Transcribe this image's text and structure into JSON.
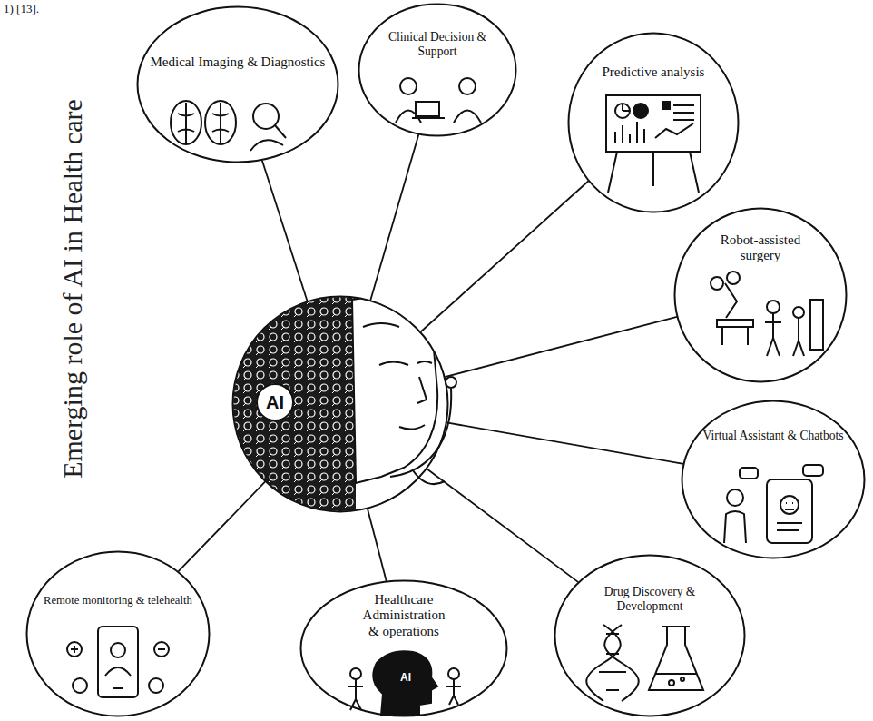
{
  "diagram": {
    "title": "Emerging role of AI in Health care",
    "nodes": [
      {
        "text": [
          "Medical Imaging & Diagnostics"
        ]
      },
      {
        "text": [
          "Clinical Decision & Support"
        ]
      },
      {
        "text": [
          "Predictive analysis"
        ]
      },
      {
        "text": [
          "Robot-assisted surgery"
        ]
      },
      {
        "text": [
          "AI"
        ]
      },
      {
        "text": [
          "Virtual Assistant & Chatbots"
        ]
      },
      {
        "text": [
          "Remote monitoring & telehealth"
        ]
      },
      {
        "text": [
          "Healthcare Administration & operations"
        ]
      },
      {
        "text": [
          "Drug Discovery & Development"
        ]
      }
    ],
    "edges": [
      {
        "from": 4,
        "to": 0,
        "arrow": "none"
      },
      {
        "from": 4,
        "to": 1,
        "arrow": "none"
      },
      {
        "from": 4,
        "to": 2,
        "arrow": "none"
      },
      {
        "from": 4,
        "to": 3,
        "arrow": "none"
      },
      {
        "from": 4,
        "to": 5,
        "arrow": "none"
      },
      {
        "from": 4,
        "to": 6,
        "arrow": "none"
      },
      {
        "from": 4,
        "to": 7,
        "arrow": "none"
      },
      {
        "from": 4,
        "to": 8,
        "arrow": "none"
      }
    ],
    "labels": [
      "1) [13].",
      "AI"
    ]
  }
}
